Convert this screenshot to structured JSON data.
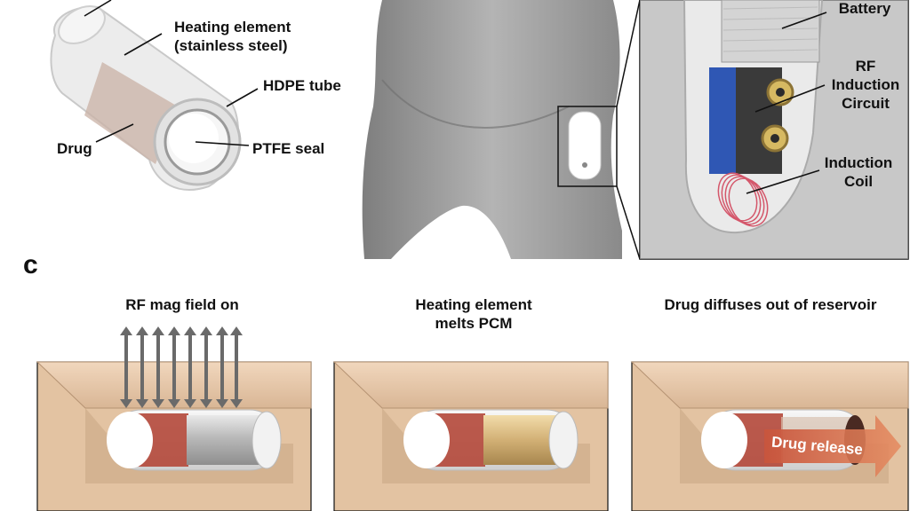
{
  "panel_a": {
    "heating_element_line1": "Heating element",
    "heating_element_line2": "(stainless steel)",
    "hdpe_tube": "HDPE tube",
    "drug": "Drug",
    "ptfe_seal": "PTFE seal"
  },
  "panel_b": {
    "battery": "Battery",
    "rf_induction_line1": "RF",
    "rf_induction_line2": "Induction",
    "rf_induction_line3": "Circuit",
    "induction_coil_line1": "Induction",
    "induction_coil_line2": "Coil"
  },
  "panel_c": {
    "letter": "c",
    "step1_title": "RF mag field on",
    "step2_title_line1": "Heating element",
    "step2_title_line2": "melts PCM",
    "step3_title": "Drug diffuses out of reservoir",
    "drug_release": "Drug release"
  },
  "colors": {
    "skin": "#e9c9a8",
    "skin_dark": "#cfa989",
    "tissue_red": "#b4483a",
    "arrow_orange": "#e07a4a",
    "body_gray": "#9a9a9a"
  }
}
